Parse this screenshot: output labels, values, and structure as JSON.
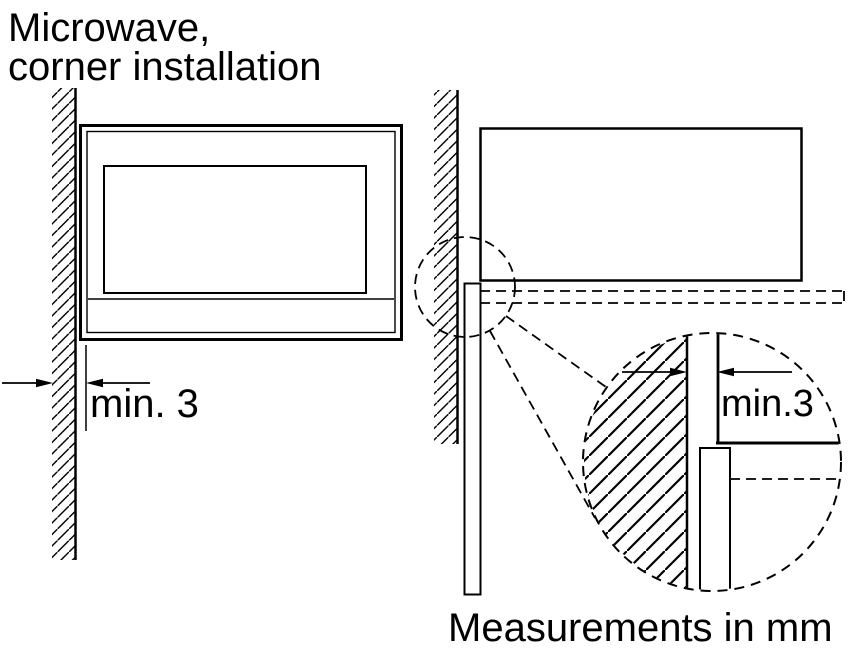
{
  "diagram": {
    "title_line1": "Microwave,",
    "title_line2": "corner installation",
    "footer_note": "Measurements in mm"
  },
  "dimensions": {
    "left_gap_label": "min. 3",
    "detail_gap_label": "min.3"
  },
  "colors": {
    "line": "#000000",
    "background": "#ffffff"
  }
}
